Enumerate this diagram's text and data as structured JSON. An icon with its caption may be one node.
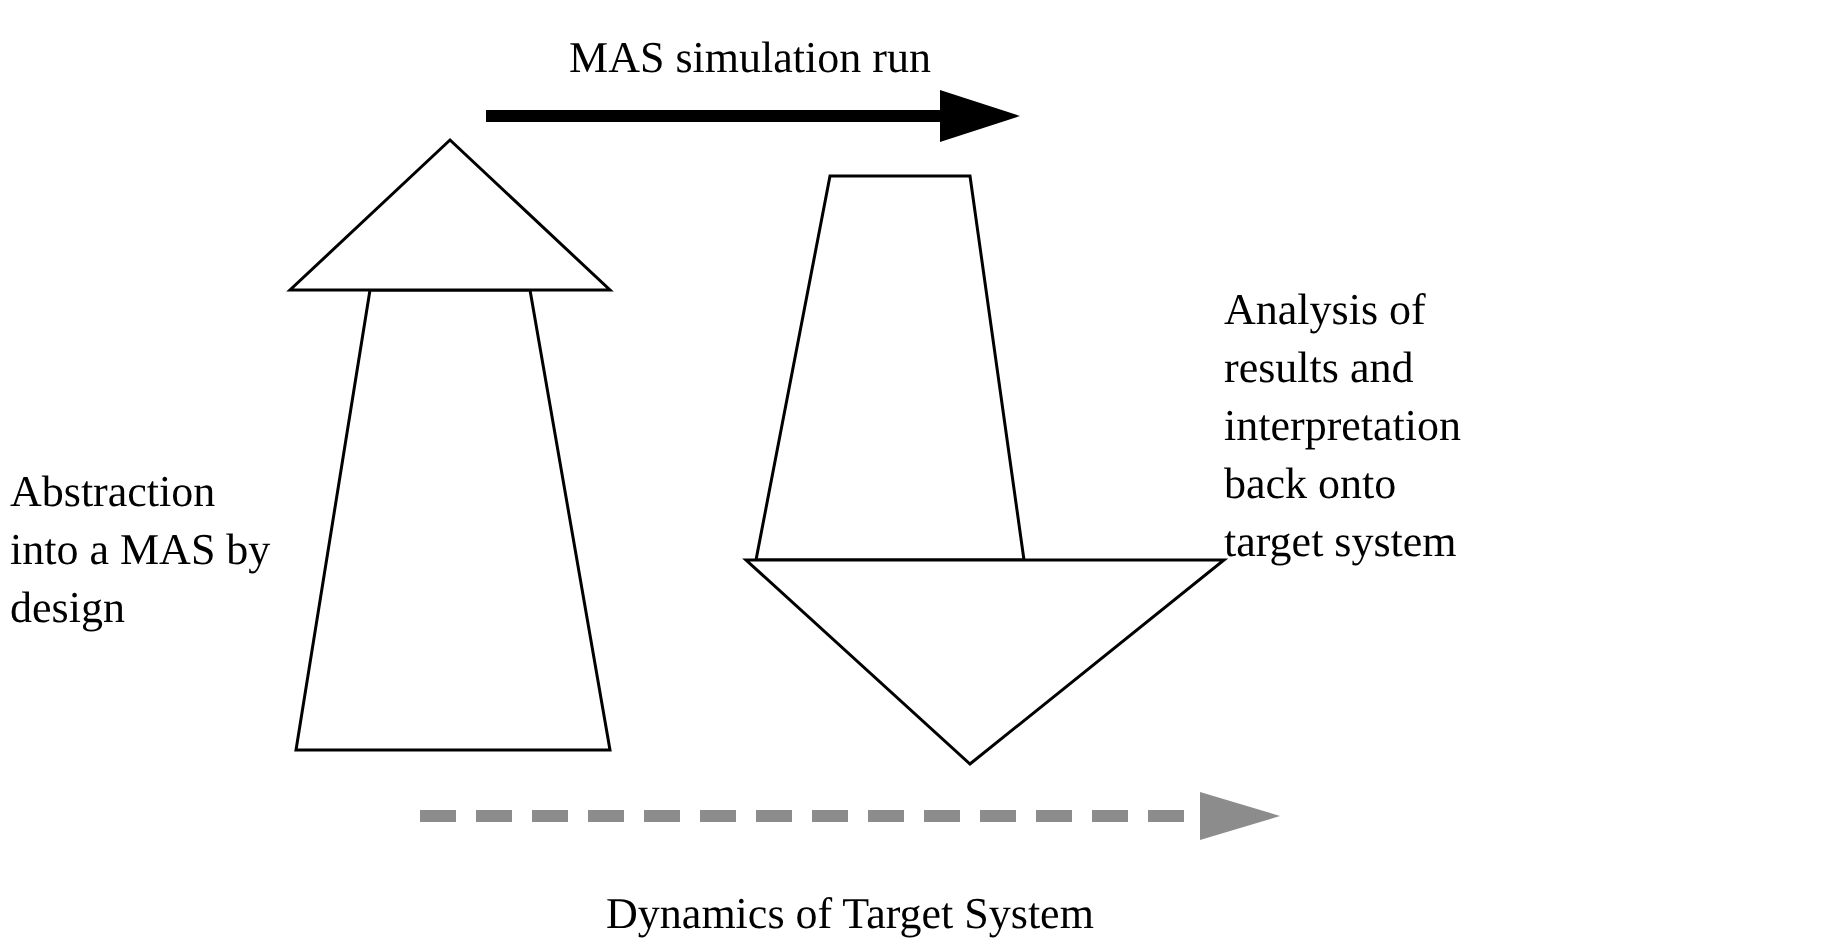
{
  "diagram": {
    "labels": [
      "MAS simulation run",
      "Abstraction into a MAS by design",
      "Analysis of results and interpretation back onto target system",
      "Dynamics of Target System"
    ]
  }
}
